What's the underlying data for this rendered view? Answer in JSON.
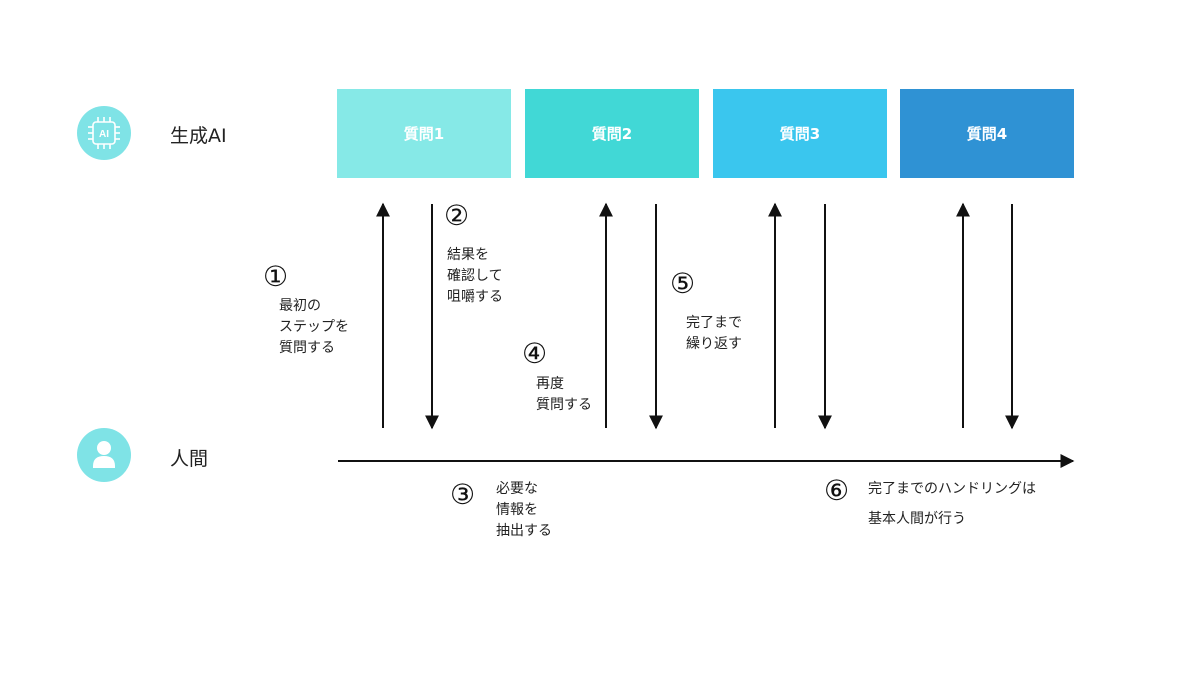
{
  "actors": {
    "ai": {
      "label": "生成AI",
      "icon": "ai-chip-icon",
      "badge": "AI"
    },
    "human": {
      "label": "人間",
      "icon": "person-icon"
    }
  },
  "questions": [
    {
      "label": "質問1",
      "color": "#86e9e7"
    },
    {
      "label": "質問2",
      "color": "#41d8d6"
    },
    {
      "label": "質問3",
      "color": "#3ac6ee"
    },
    {
      "label": "質問4",
      "color": "#2f92d4"
    }
  ],
  "steps": [
    {
      "num": "①",
      "text": "最初の\nステップを\n質問する"
    },
    {
      "num": "②",
      "text": "結果を\n確認して\n咀嚼する"
    },
    {
      "num": "③",
      "text": "必要な\n情報を\n抽出する"
    },
    {
      "num": "④",
      "text": "再度\n質問する"
    },
    {
      "num": "⑤",
      "text": "完了まで\n繰り返す"
    },
    {
      "num": "⑥",
      "text": "完了までのハンドリングは\n基本人間が行う"
    }
  ],
  "colors": {
    "icon_bg": "#7fe3e6",
    "arrow": "#111111"
  }
}
